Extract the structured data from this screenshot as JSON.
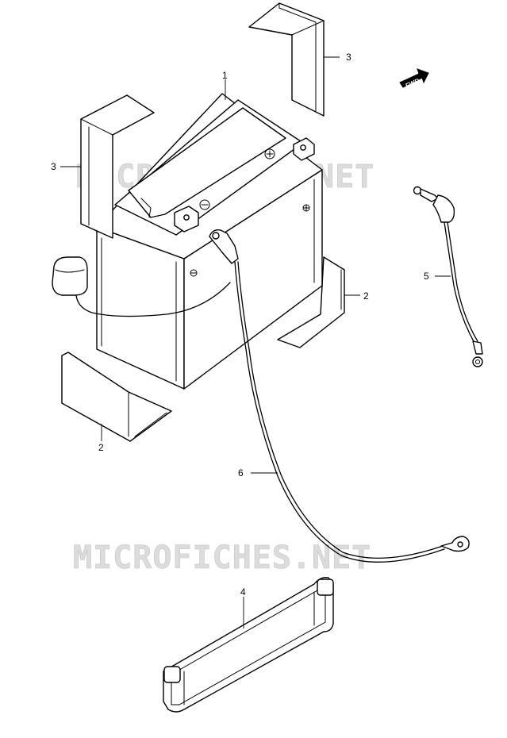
{
  "watermark": "MICROFICHES.NET",
  "fwd_label": "FWD",
  "callouts": {
    "battery": "1",
    "bracket_left": "2",
    "bracket_right": "2",
    "cover_left": "3",
    "cover_right": "3",
    "band": "4",
    "wire_short": "5",
    "wire_long": "6"
  }
}
